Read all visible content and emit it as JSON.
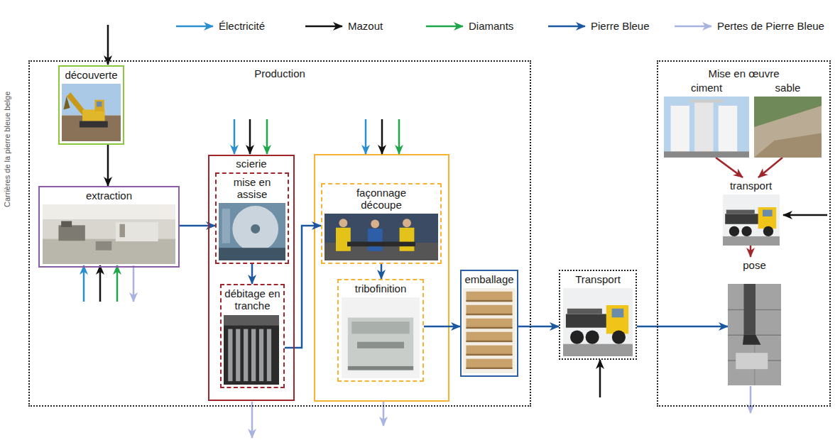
{
  "diagram": {
    "nodes": [
      {
        "text": [
          "Production"
        ]
      },
      {
        "text": [
          "découverte"
        ],
        "in": 0
      },
      {
        "text": [
          "extraction"
        ],
        "in": 0
      },
      {
        "text": [
          "scierie"
        ],
        "in": 0
      },
      {
        "text": [
          "mise en assise"
        ],
        "in": 3
      },
      {
        "text": [
          "débitage en tranche"
        ],
        "in": 3
      },
      {
        "text": [
          "façonnage découpe"
        ],
        "in": 0
      },
      {
        "text": [
          "tribofinition"
        ],
        "in": 0
      },
      {
        "text": [
          "emballage"
        ],
        "in": 0
      },
      {
        "text": [
          "Transport"
        ]
      },
      {
        "text": [
          "Mise en œuvre"
        ]
      },
      {
        "text": [
          "ciment"
        ],
        "in": 10
      },
      {
        "text": [
          "sable"
        ],
        "in": 10
      },
      {
        "text": [
          "transport"
        ],
        "in": 10
      },
      {
        "text": [
          "pose"
        ],
        "in": 10
      }
    ],
    "edges": [
      {
        "from": 1,
        "to": 2,
        "arrow": "to"
      },
      {
        "from": 2,
        "to": 4,
        "arrow": "to"
      },
      {
        "from": 4,
        "to": 5,
        "arrow": "to"
      },
      {
        "from": 5,
        "to": 6,
        "arrow": "to"
      },
      {
        "from": 6,
        "to": 7,
        "arrow": "to"
      },
      {
        "from": 7,
        "to": 8,
        "arrow": "to"
      },
      {
        "from": 8,
        "to": 9,
        "arrow": "to"
      },
      {
        "from": 9,
        "to": 14,
        "arrow": "to"
      },
      {
        "from": 11,
        "to": 13,
        "arrow": "to"
      },
      {
        "from": 12,
        "to": 13,
        "arrow": "to"
      },
      {
        "from": 13,
        "to": 14,
        "arrow": "to"
      }
    ],
    "labels": [
      "Carrières de la pierre bleue belge"
    ],
    "legend": [
      {
        "text": "Électricité"
      },
      {
        "text": "Mazout"
      },
      {
        "text": "Diamants"
      },
      {
        "text": "Pierre Bleue"
      },
      {
        "text": "Pertes de Pierre Bleue"
      }
    ]
  }
}
